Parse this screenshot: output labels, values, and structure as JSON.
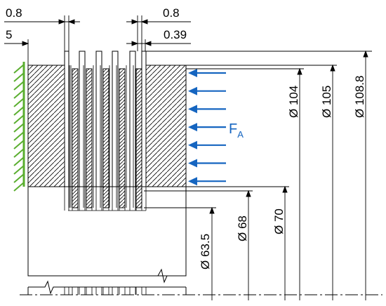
{
  "dimensions": {
    "top_left_gap": "0.8",
    "top_right_gap": "0.8",
    "left_offset": "5",
    "right_offset": "0.39",
    "d_104": "Ø 104",
    "d_105": "Ø 105",
    "d_1088": "Ø 108.8",
    "d_70": "Ø 70",
    "d_68": "Ø 68",
    "d_635": "Ø 63.5"
  },
  "force": {
    "label": "F",
    "subscript": "A",
    "arrow_count": 7
  },
  "colors": {
    "line": "#000000",
    "arrow": "#1565c0",
    "ground": "#5aae2f"
  }
}
